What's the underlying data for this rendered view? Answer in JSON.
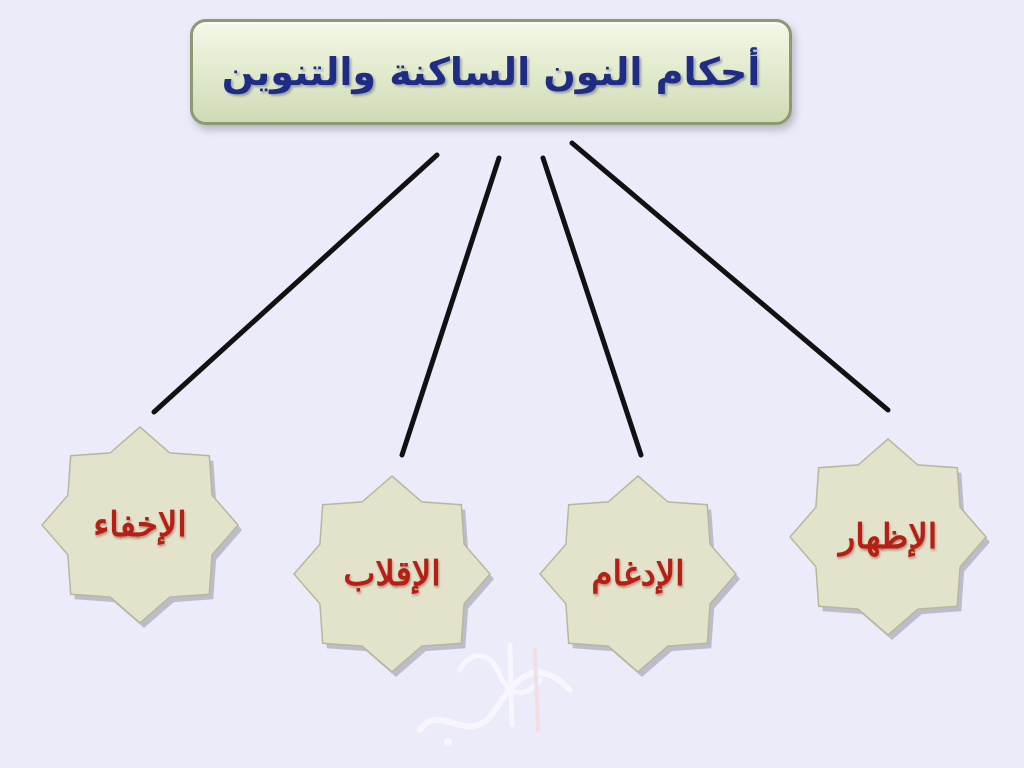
{
  "diagram": {
    "title": "أحكام النون الساكنة والتنوين",
    "branches": [
      {
        "id": "ikhfa",
        "label": "الإخفاء"
      },
      {
        "id": "iqlab",
        "label": "الإقلاب"
      },
      {
        "id": "idgham",
        "label": "الإدغام"
      },
      {
        "id": "izhar",
        "label": "الإظهار"
      }
    ]
  },
  "colors": {
    "background": "#ecebf9",
    "title_text": "#1e2c86",
    "branch_text": "#b71f14",
    "star_fill": "#e3e2cb",
    "connector": "#111111"
  },
  "icons": {
    "branch_shape": "eight-point-star",
    "watermark": "calligraphy-watermark"
  }
}
